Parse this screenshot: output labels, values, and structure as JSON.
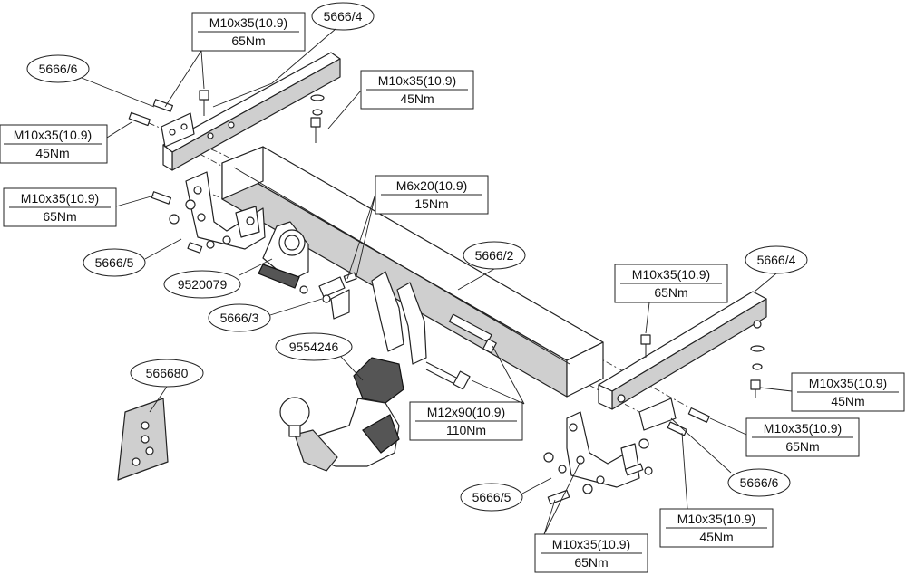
{
  "callouts": [
    {
      "id": "c1",
      "spec": "M10x35(10.9)",
      "torque": "65Nm"
    },
    {
      "id": "c2",
      "spec": "M10x35(10.9)",
      "torque": "45Nm"
    },
    {
      "id": "c3",
      "spec": "M10x35(10.9)",
      "torque": "45Nm"
    },
    {
      "id": "c4",
      "spec": "M10x35(10.9)",
      "torque": "65Nm"
    },
    {
      "id": "c5",
      "spec": "M6x20(10.9)",
      "torque": "15Nm"
    },
    {
      "id": "c6",
      "spec": "M10x35(10.9)",
      "torque": "65Nm"
    },
    {
      "id": "c7",
      "spec": "M10x35(10.9)",
      "torque": "45Nm"
    },
    {
      "id": "c8",
      "spec": "M10x35(10.9)",
      "torque": "65Nm"
    },
    {
      "id": "c9",
      "spec": "M12x90(10.9)",
      "torque": "110Nm"
    },
    {
      "id": "c10",
      "spec": "M10x35(10.9)",
      "torque": "45Nm"
    },
    {
      "id": "c11",
      "spec": "M10x35(10.9)",
      "torque": "65Nm"
    }
  ],
  "part_labels": [
    {
      "id": "p1",
      "text": "5666/4"
    },
    {
      "id": "p2",
      "text": "5666/6"
    },
    {
      "id": "p3",
      "text": "5666/5"
    },
    {
      "id": "p4",
      "text": "9520079"
    },
    {
      "id": "p5",
      "text": "5666/3"
    },
    {
      "id": "p6",
      "text": "5666/2"
    },
    {
      "id": "p7",
      "text": "9554246"
    },
    {
      "id": "p8",
      "text": "566680"
    },
    {
      "id": "p9",
      "text": "5666/4"
    },
    {
      "id": "p10",
      "text": "5666/6"
    },
    {
      "id": "p11",
      "text": "5666/5"
    }
  ]
}
